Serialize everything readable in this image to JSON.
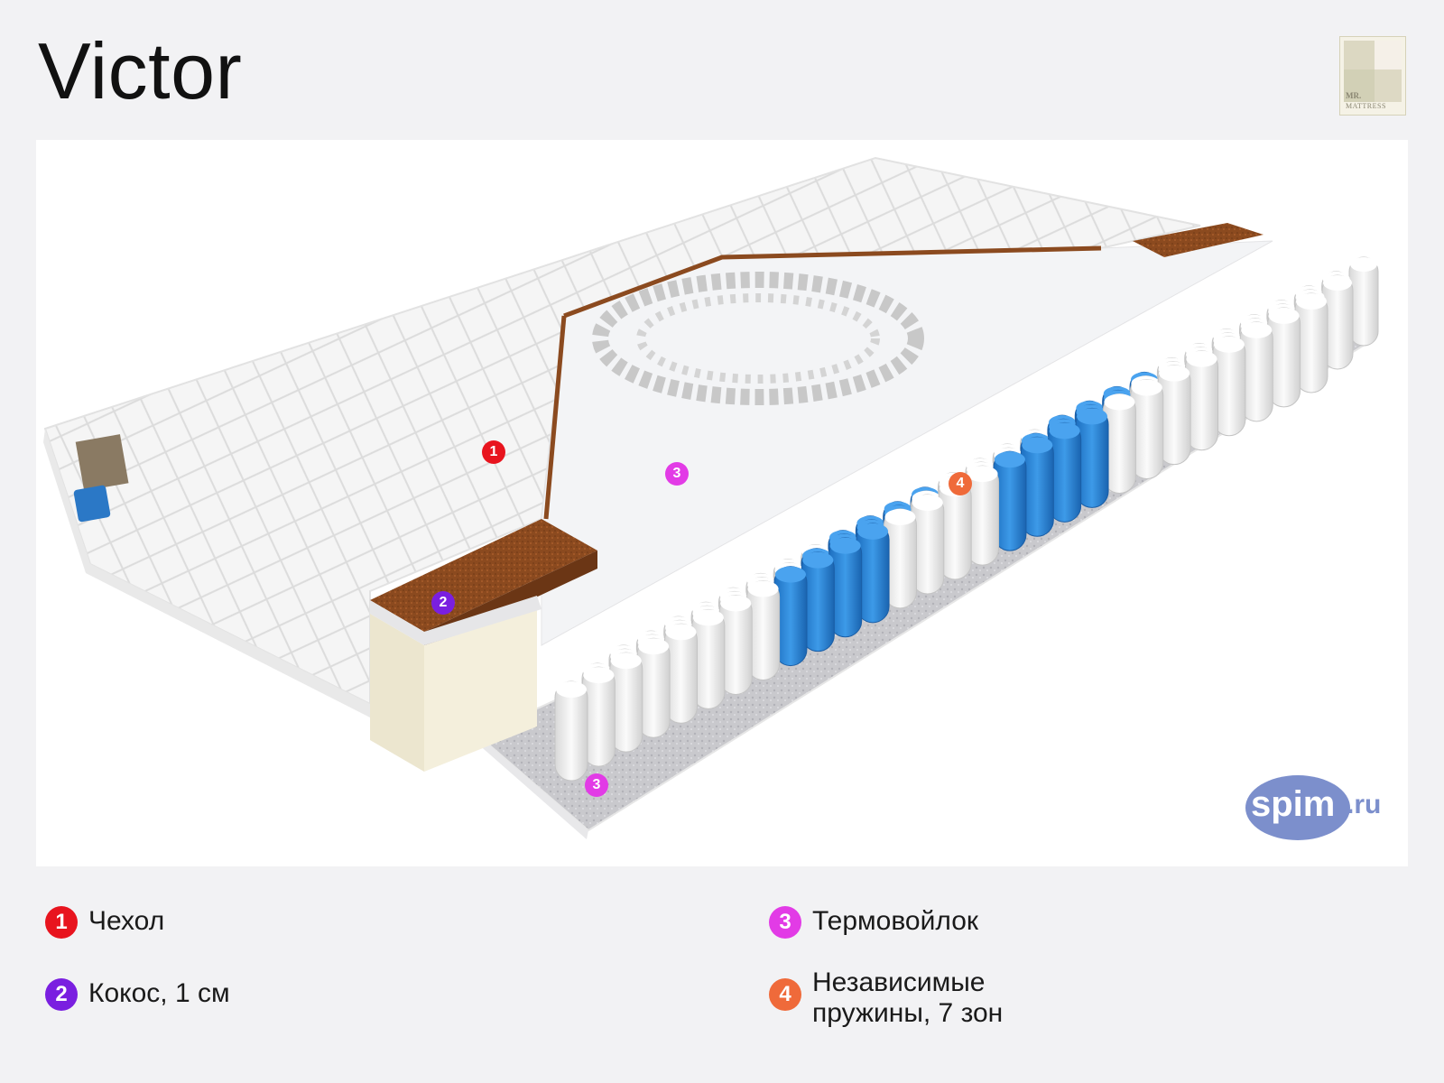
{
  "title": "Victor",
  "brand_logo": {
    "line1": "MR.",
    "line2": "MATTRESS"
  },
  "watermark": {
    "text": "spim",
    "suffix": ".ru"
  },
  "markers": [
    {
      "number": "1",
      "color": "#e8141e"
    },
    {
      "number": "2",
      "color": "#7a1fe0"
    },
    {
      "number": "3",
      "color": "#e23be6"
    },
    {
      "number": "4",
      "color": "#ef6a3a"
    },
    {
      "number": "3",
      "color": "#e23be6"
    }
  ],
  "legend": [
    {
      "number": "1",
      "label": "Чехол",
      "color": "#e8141e"
    },
    {
      "number": "2",
      "label": "Кокос, 1 см",
      "color": "#7a1fe0"
    },
    {
      "number": "3",
      "label": "Термовойлок",
      "color": "#e23be6"
    },
    {
      "number": "4",
      "label": "Независимые пружины, 7 зон",
      "color": "#ef6a3a"
    }
  ],
  "colors": {
    "background": "#f2f2f4",
    "cover": "#f4f4f4",
    "coconut": "#8b4a1f",
    "spring_blue": "#2f86d6",
    "spring_white": "#f0f0f0",
    "felt": "#c8c8cc"
  }
}
